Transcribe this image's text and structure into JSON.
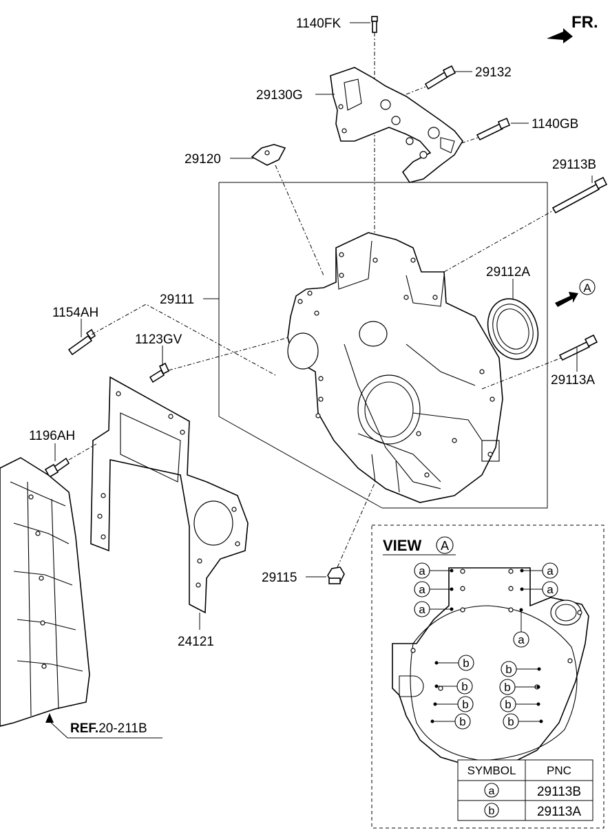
{
  "labels": {
    "p1140FK": "1140FK",
    "p29132": "29132",
    "p29130G": "29130G",
    "p1140GB": "1140GB",
    "p29120": "29120",
    "p29113B": "29113B",
    "p29112A": "29112A",
    "p29111": "29111",
    "p1154AH": "1154AH",
    "p1123GV": "1123GV",
    "p29113A": "29113A",
    "p1196AH": "1196AH",
    "p29115": "29115",
    "p24121": "24121"
  },
  "front_marker": "FR.",
  "view_arrow_letter": "A",
  "ref": {
    "bold": "REF.",
    "number": "20-211B"
  },
  "view": {
    "title": "VIEW",
    "letter": "A",
    "symbol_a": "a",
    "symbol_b": "b"
  },
  "table": {
    "headers": [
      "SYMBOL",
      "PNC"
    ],
    "rows": [
      {
        "symbol": "a",
        "pnc": "29113B"
      },
      {
        "symbol": "b",
        "pnc": "29113A"
      }
    ]
  }
}
